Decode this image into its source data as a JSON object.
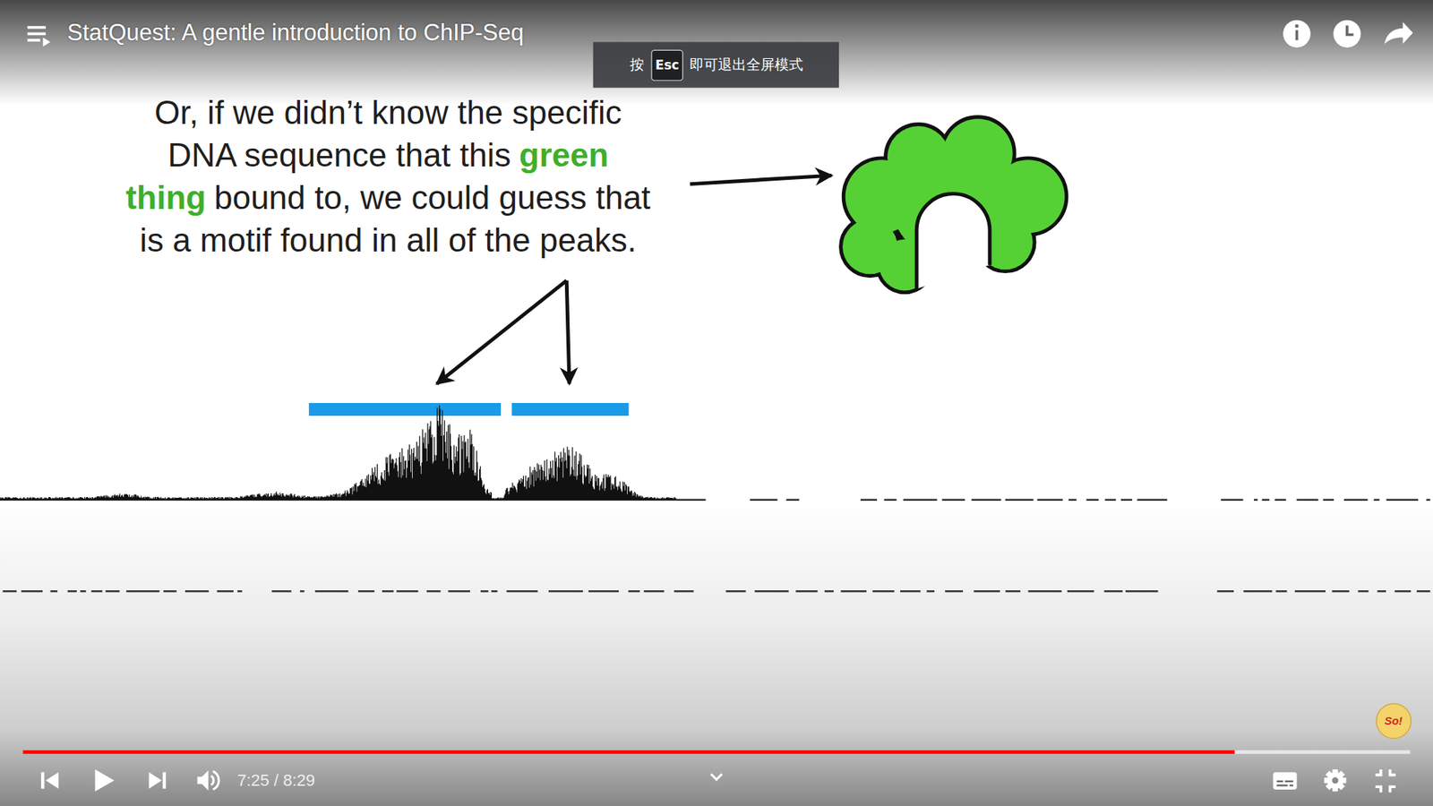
{
  "diagram": {
    "title": "StatQuest: A gentle introduction to ChIP-Seq",
    "labels": [
      "按",
      "Esc",
      "即可退出全屏模式",
      "Or, if we didn’t know the specific DNA sequence that this",
      "green thing",
      "bound to, we could guess that is a motif found in all of the peaks.",
      "7:25 / 8:29",
      "So!"
    ]
  }
}
